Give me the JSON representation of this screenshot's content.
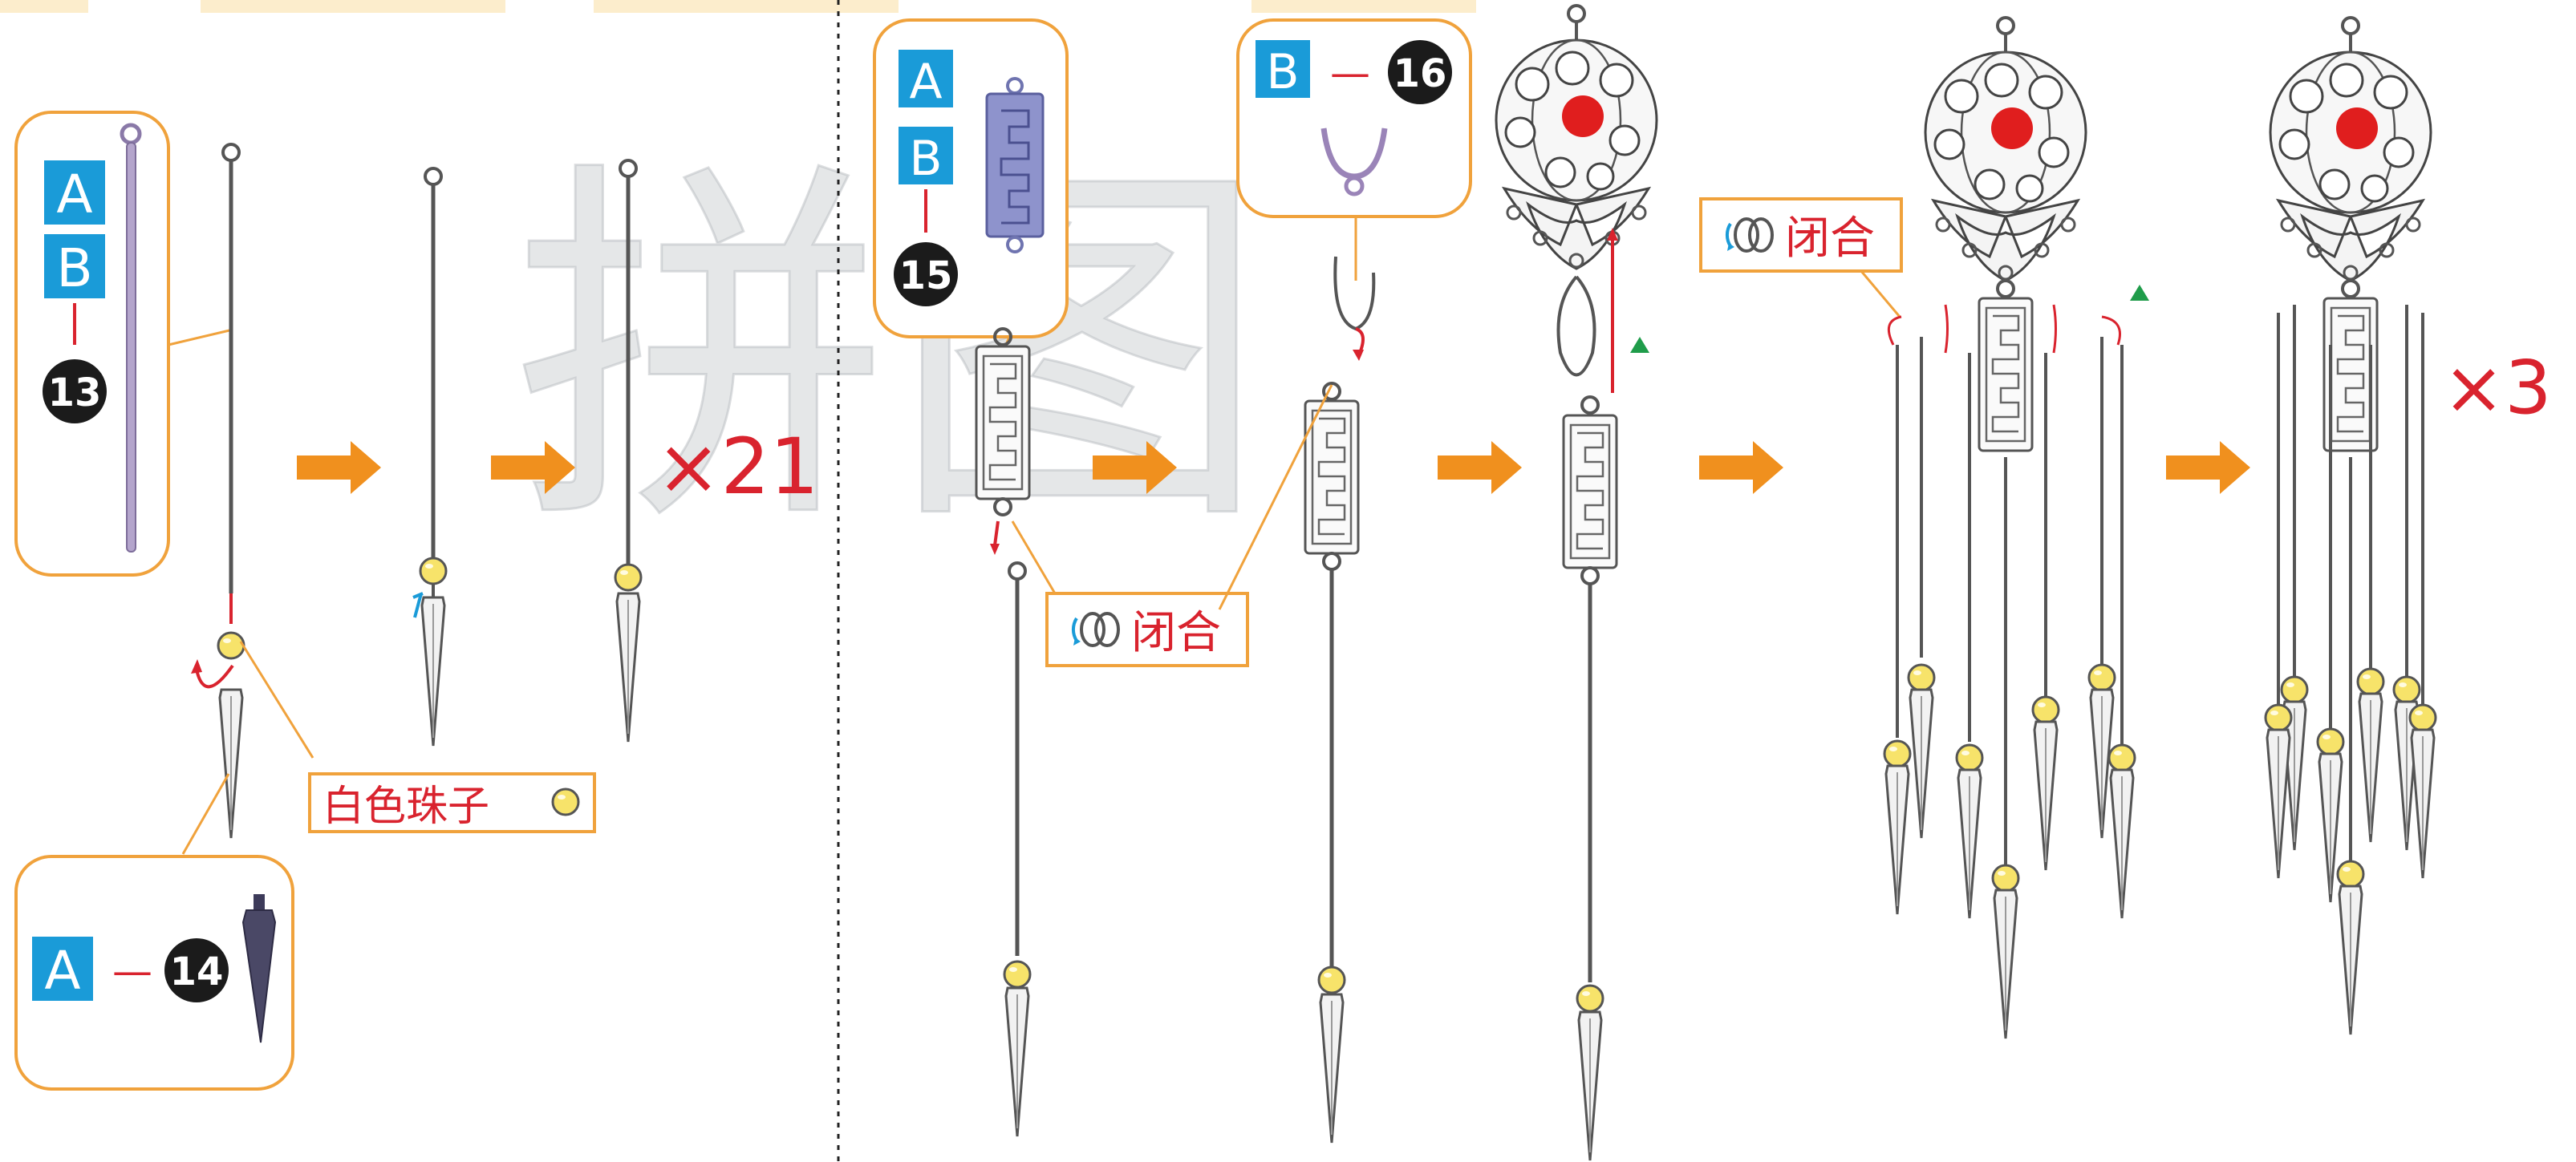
{
  "panel_left": {
    "rod_part": {
      "letters": [
        "A",
        "B"
      ],
      "number": "13"
    },
    "drop_part": {
      "letter": "A",
      "dash": "—",
      "number": "14"
    },
    "bead_label": "白色珠子",
    "multiplier": "×21"
  },
  "panel_right": {
    "plate_part": {
      "letters": [
        "A",
        "B"
      ],
      "number": "15"
    },
    "hook_part": {
      "letter": "B",
      "dash": "—",
      "number": "16"
    },
    "close_label_1": "闭合",
    "close_label_2": "闭合",
    "multiplier": "×3"
  },
  "watermark": "拼图",
  "colors": {
    "letter_badge": "#1a9bd8",
    "number_badge": "#1b1b1b",
    "callout_border": "#f0a23c",
    "arrow": "#f0901e",
    "red_text": "#d9232e",
    "bead": "#f7e36a",
    "green_marker": "#1f9c4a"
  }
}
